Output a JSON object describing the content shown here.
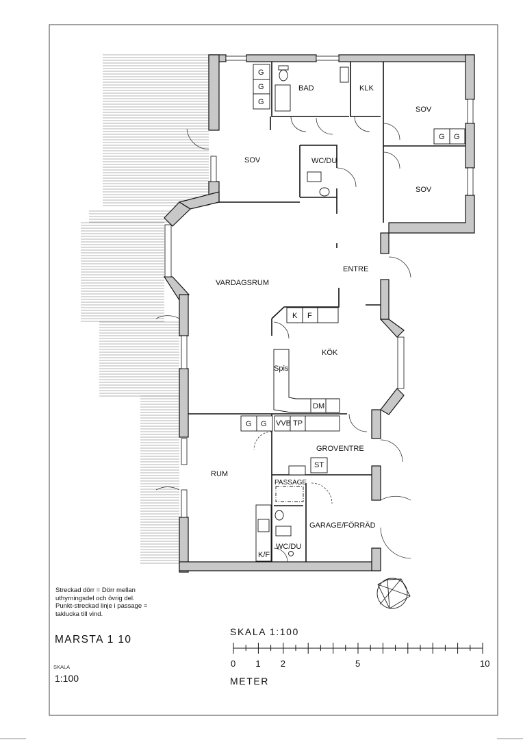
{
  "rooms": {
    "bad": "BAD",
    "klk": "KLK",
    "sov_top_left": "SOV",
    "sov_top_right": "SOV",
    "sov_right_mid": "SOV",
    "wc_du_top": "WC/DU",
    "vardagsrum": "VARDAGSRUM",
    "entre": "ENTRE",
    "kok": "KÖK",
    "groventre": "GROVENTRE",
    "rum": "RUM",
    "passage": "PASSAGE",
    "garage": "GARAGE/FÖRRÄD",
    "wc_du_bottom": "WC/DU"
  },
  "fixtures": {
    "g": "G",
    "k": "K",
    "f": "F",
    "spis": "Spis",
    "dm": "DM",
    "vvb": "VVB",
    "tp": "TP",
    "st": "ST",
    "kf": "K/F"
  },
  "notes": [
    "Streckad dörr = Dörr mellan",
    "uthyrningsdel och övrig del.",
    "Punkt-streckad linje i passage =",
    "taklucka till vind."
  ],
  "title_block": {
    "project": "MARSTA 1 10",
    "skala_label": "SKALA",
    "skala_value": "1:100"
  },
  "scale_bar": {
    "title": "SKALA  1:100",
    "unit": "METER",
    "labels": [
      "0",
      "1",
      "2",
      "5",
      "10"
    ],
    "label_values": [
      0,
      1,
      2,
      5,
      10
    ],
    "max_meters": 10
  }
}
